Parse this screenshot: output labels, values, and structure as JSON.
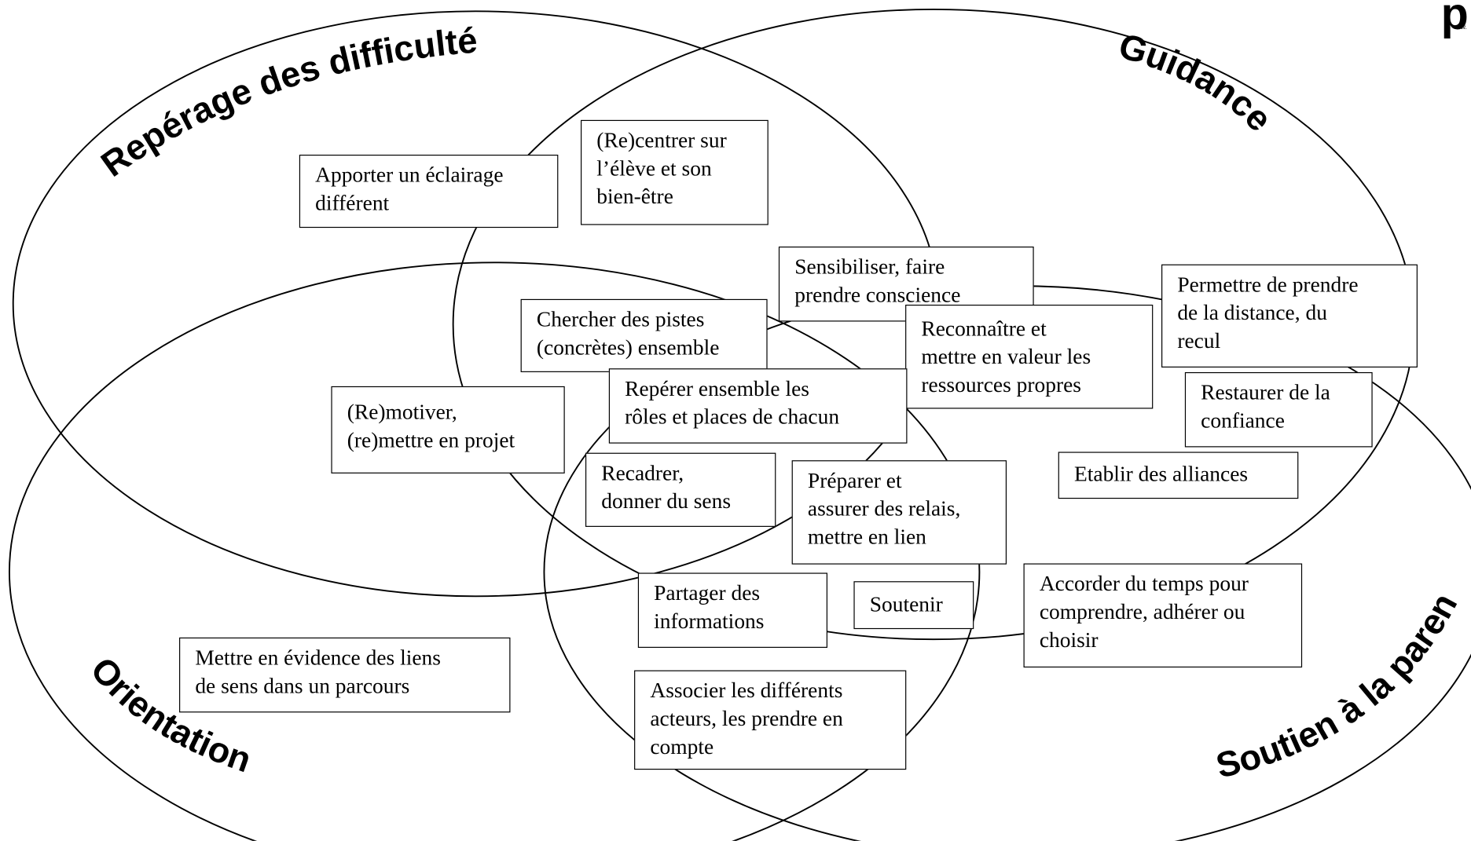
{
  "circles": [
    {
      "label": "Repérage des difficultés"
    },
    {
      "label": "Guidance"
    },
    {
      "label": "Orientation"
    },
    {
      "label": "Soutien à la parentalité"
    }
  ],
  "boxes": [
    {
      "key": "eclairage",
      "text": "Apporter un éclairage\ndifférent"
    },
    {
      "key": "recentrer",
      "text": "(Re)centrer sur\nl’élève et son\nbien-être"
    },
    {
      "key": "sensibiliser",
      "text": "Sensibiliser, faire\nprendre conscience"
    },
    {
      "key": "reconnaitre",
      "text": "Reconnaître et\nmettre en valeur les\nressources propres"
    },
    {
      "key": "distance",
      "text": "Permettre de prendre\nde la distance, du\nrecul"
    },
    {
      "key": "pistes",
      "text": "Chercher des pistes\n(concrètes) ensemble"
    },
    {
      "key": "roles",
      "text": "Repérer ensemble les\nrôles et places de chacun"
    },
    {
      "key": "remotiver",
      "text": "(Re)motiver,\n(re)mettre en projet"
    },
    {
      "key": "confiance",
      "text": "Restaurer de la\nconfiance"
    },
    {
      "key": "alliances",
      "text": "Etablir des alliances"
    },
    {
      "key": "recadrer",
      "text": "Recadrer,\ndonner du sens"
    },
    {
      "key": "relais",
      "text": "Préparer et\nassurer des relais,\nmettre en lien"
    },
    {
      "key": "partager",
      "text": "Partager des\ninformations"
    },
    {
      "key": "soutenir",
      "text": "Soutenir"
    },
    {
      "key": "temps",
      "text": "Accorder du temps pour\ncomprendre, adhérer ou\nchoisir"
    },
    {
      "key": "liens",
      "text": "Mettre en évidence des liens\nde sens dans un parcours"
    },
    {
      "key": "associer",
      "text": "Associer les différents\nacteurs, les prendre en\ncompte"
    }
  ],
  "logo": {
    "letter": "p",
    "small": "w."
  }
}
